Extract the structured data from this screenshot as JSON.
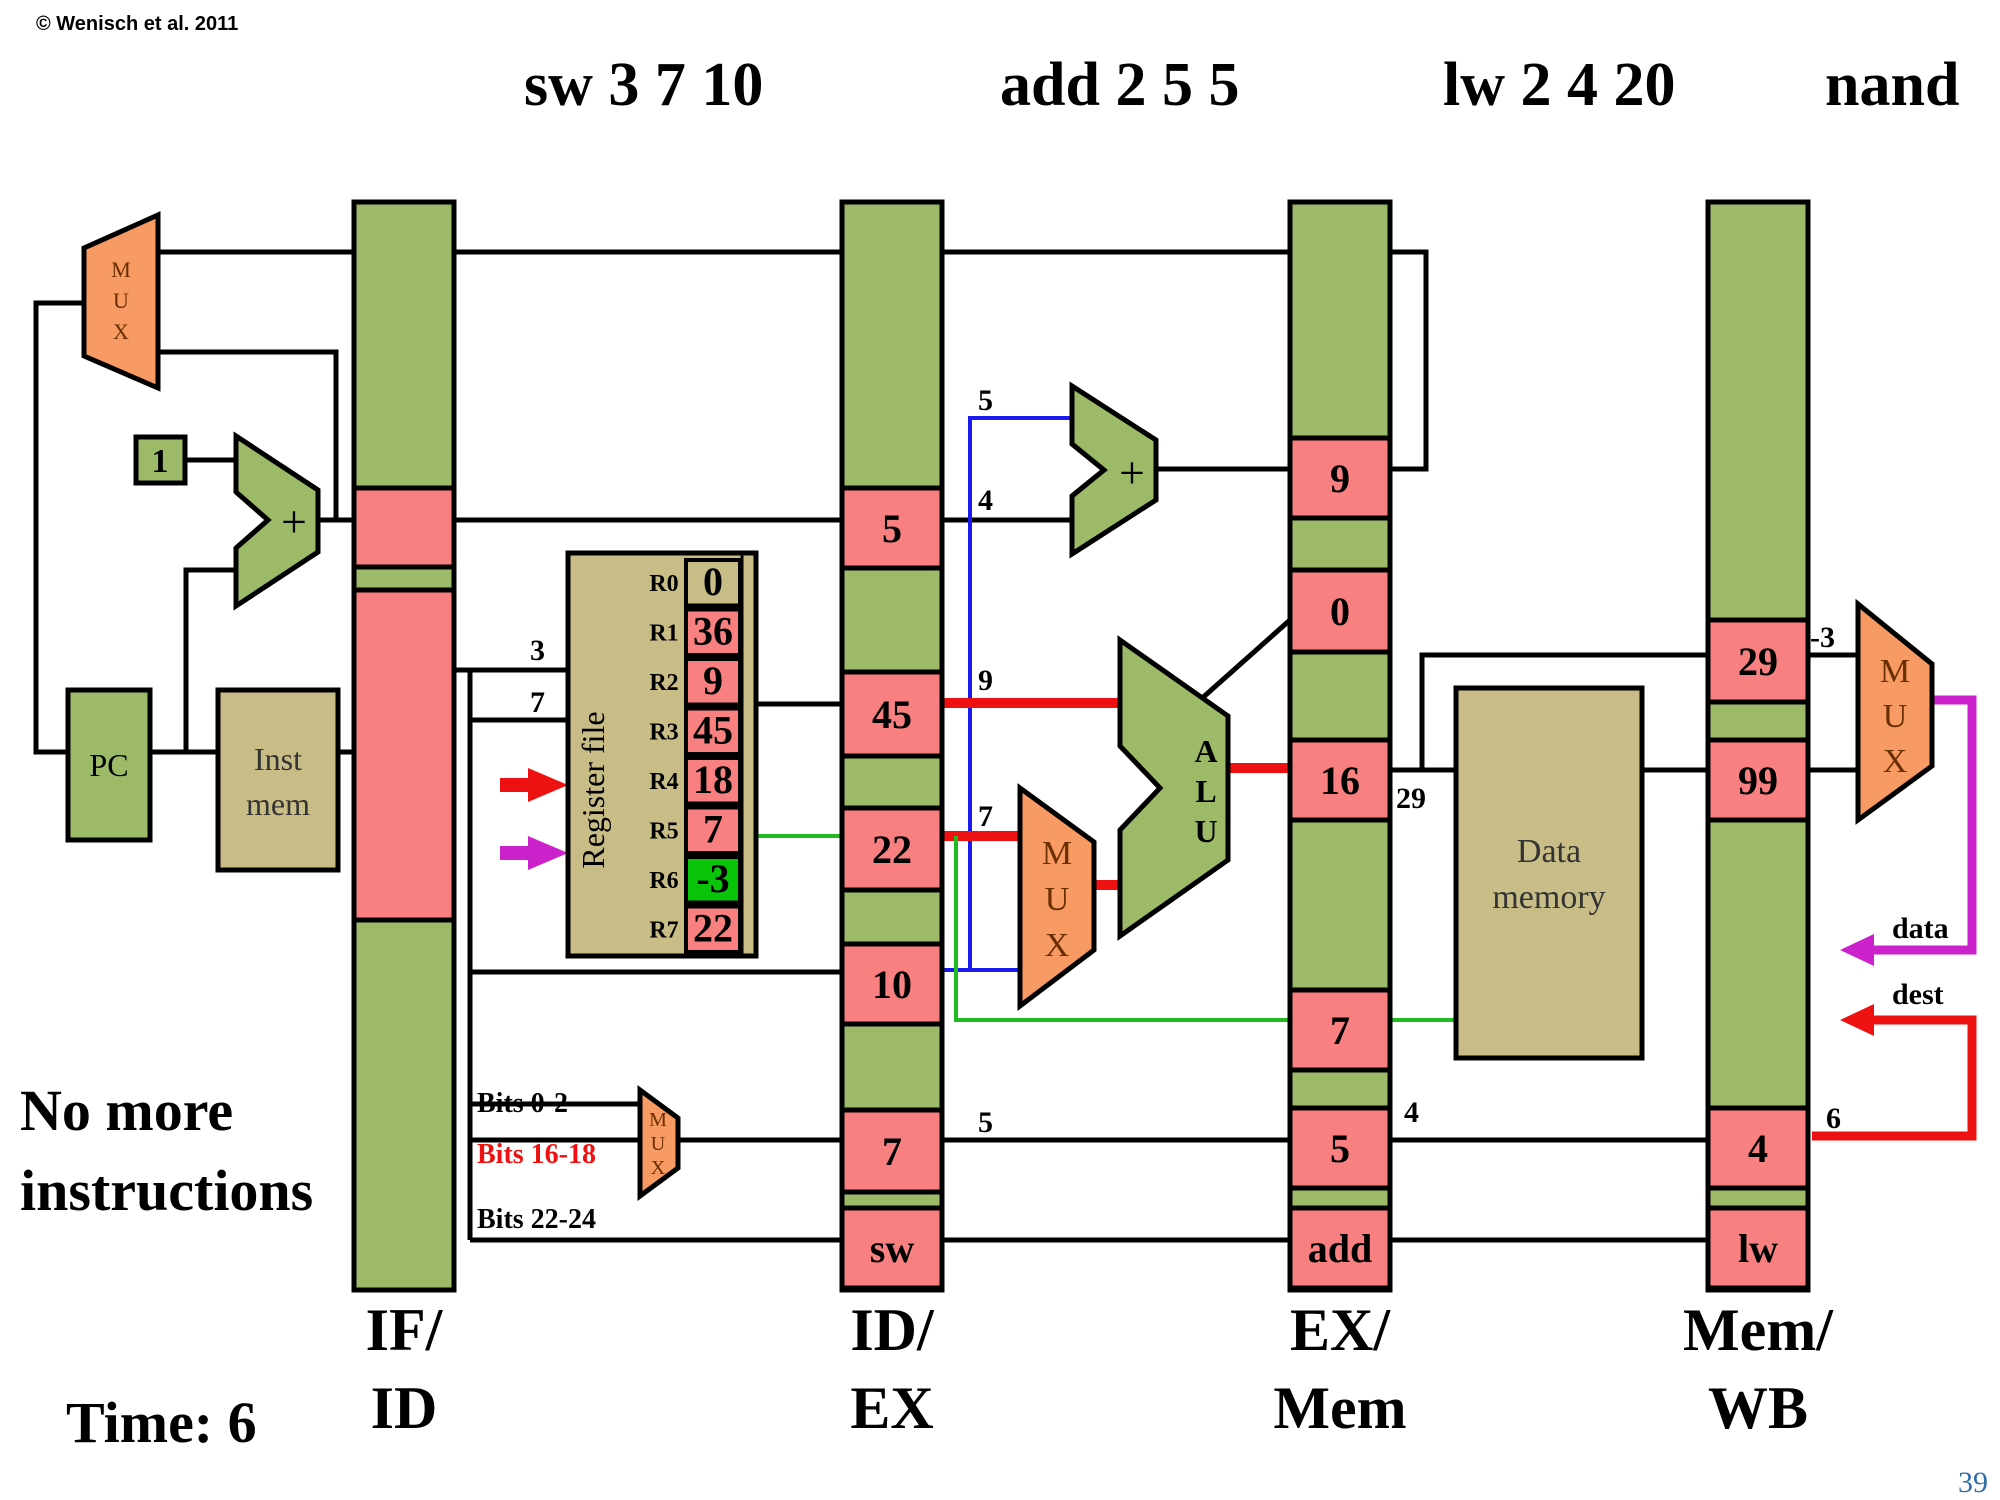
{
  "copyright": "© Wenisch et al. 2011",
  "page_number": "39",
  "stage_instructions": [
    "sw 3 7 10",
    "add 2 5 5",
    "lw 2 4 20",
    "nand"
  ],
  "status": {
    "line1": "No more",
    "line2": "instructions",
    "time": "Time: 6"
  },
  "pipeline_registers": [
    {
      "line1": "IF/",
      "line2": "ID"
    },
    {
      "line1": "ID/",
      "line2": "EX"
    },
    {
      "line1": "EX/",
      "line2": "Mem"
    },
    {
      "line1": "Mem/",
      "line2": "WB"
    }
  ],
  "blocks": {
    "mux": [
      "M",
      "U",
      "X"
    ],
    "alu": [
      "A",
      "L",
      "U"
    ],
    "pc": "PC",
    "inst_mem": [
      "Inst",
      "mem"
    ],
    "data_mem": [
      "Data",
      "memory"
    ],
    "register_file": "Register file",
    "const_one": "1",
    "plus": "+"
  },
  "register_file": [
    {
      "name": "R0",
      "value": "0"
    },
    {
      "name": "R1",
      "value": "36"
    },
    {
      "name": "R2",
      "value": "9"
    },
    {
      "name": "R3",
      "value": "45"
    },
    {
      "name": "R4",
      "value": "18"
    },
    {
      "name": "R5",
      "value": "7"
    },
    {
      "name": "R6",
      "value": "-3"
    },
    {
      "name": "R7",
      "value": "22"
    }
  ],
  "id_ex_fields": [
    "5",
    "45",
    "22",
    "10",
    "7",
    "sw"
  ],
  "ex_mem_fields": [
    "9",
    "0",
    "16",
    "7",
    "5",
    "add"
  ],
  "mem_wb_fields": [
    "29",
    "99",
    "4",
    "lw"
  ],
  "wire_labels": {
    "rf_in_a": "3",
    "rf_in_b": "7",
    "branch_a": "5",
    "branch_b": "4",
    "alu_a": "9",
    "alu_b": "7",
    "dest_idex": "5",
    "dest_exmem": "4",
    "dest_memwb": "6",
    "mem_addr": "29",
    "wb_top": "-3",
    "data": "data",
    "dest": "dest"
  },
  "dest_mux_bits": [
    "Bits 0-2",
    "Bits 16-18",
    "Bits 22-24"
  ],
  "colors": {
    "pipeline_green": "#9dba68",
    "field_red": "#f98080",
    "mux_orange": "#f79a63",
    "block_tan": "#c8bd87",
    "adder_green": "#9dba68",
    "highlight_green": "#0ac40a",
    "wire_red": "#ee1111",
    "wire_blue": "#1a1aee",
    "wire_green": "#22bb22",
    "wire_purple": "#cc22cc"
  }
}
